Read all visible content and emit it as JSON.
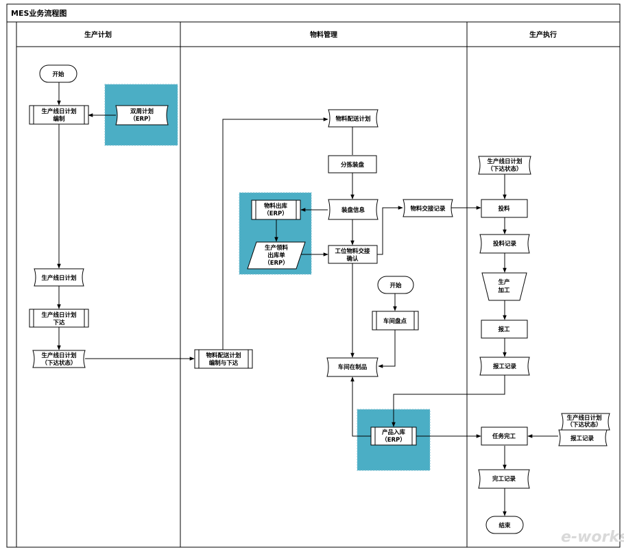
{
  "title": "MES业务流程图",
  "lanes": [
    {
      "id": "plan",
      "label": "生产计划"
    },
    {
      "id": "material",
      "label": "物料管理"
    },
    {
      "id": "exec",
      "label": "生产执行"
    }
  ],
  "nodes": {
    "start1": [
      "开始"
    ],
    "daily_plan_make": [
      "生产线日计划",
      "编制"
    ],
    "biweekly_plan": [
      "双周计划",
      "（ERP）"
    ],
    "daily_plan_doc": [
      "生产线日计划"
    ],
    "daily_plan_issue": [
      "生产线日计划",
      "下达"
    ],
    "daily_plan_state": [
      "生产线日计划",
      "（下达状态）"
    ],
    "mat_dist_make": [
      "物料配送计划",
      "编制与下达"
    ],
    "mat_dist_plan": [
      "物料配送计划"
    ],
    "sorting": [
      "分拣装盘"
    ],
    "tray_info": [
      "装盘信息"
    ],
    "mat_out": [
      "物料出库",
      "（ERP）"
    ],
    "prod_out_order": [
      "生产领料",
      "出库单",
      "（ERP）"
    ],
    "station_confirm": [
      "工位物料交接",
      "确认"
    ],
    "mat_handover": [
      "物料交接记录"
    ],
    "start2": [
      "开始"
    ],
    "ws_inventory": [
      "车间盘点"
    ],
    "ws_wip": [
      "车间在制品"
    ],
    "prod_in": [
      "产品入库",
      "（ERP）"
    ],
    "exec_plan_state": [
      "生产线日计划",
      "（下达状态）"
    ],
    "feeding": [
      "投料"
    ],
    "feed_record": [
      "投料记录"
    ],
    "process": [
      "生产",
      "加工"
    ],
    "report": [
      "报工"
    ],
    "report_record": [
      "报工记录"
    ],
    "task_done": [
      "任务完工"
    ],
    "plan_state3": [
      "生产线日计划",
      "（下达状态）"
    ],
    "report_record2": [
      "报工记录"
    ],
    "done_record": [
      "完工记录"
    ],
    "end": [
      "结束"
    ]
  },
  "watermark": "e-works",
  "colors": {
    "highlight": "#4baec5",
    "line": "#000000",
    "background": "#ffffff"
  }
}
